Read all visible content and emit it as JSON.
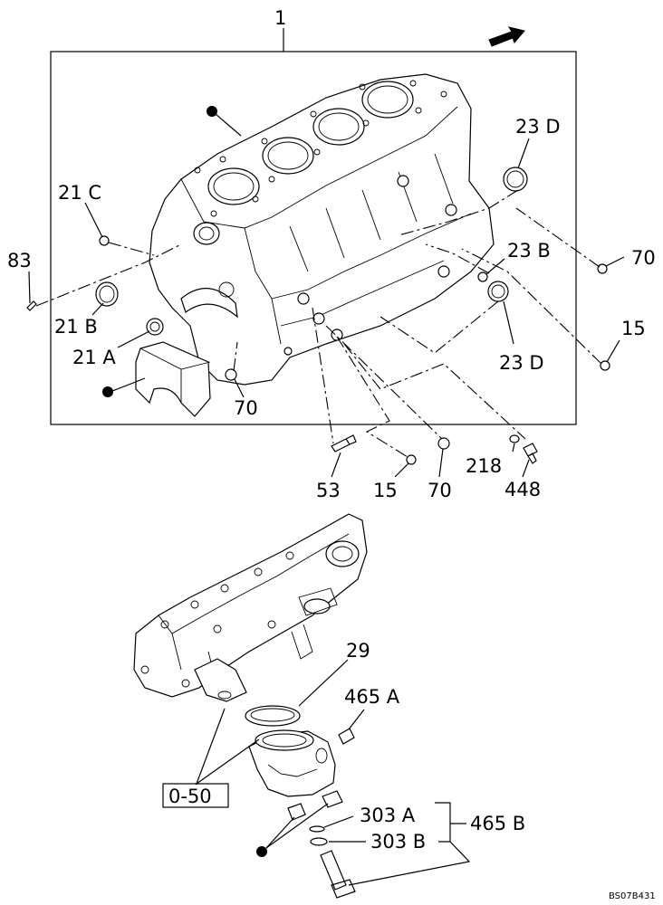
{
  "diagram": {
    "callouts": {
      "c1": "1",
      "c23d_top": "23 D",
      "c21c": "21 C",
      "c83": "83",
      "c70_right": "70",
      "c23b": "23 B",
      "c21b": "21 B",
      "c15_right": "15",
      "c21a": "21 A",
      "c23d_bottom": "23 D",
      "c70_box": "70",
      "c218": "218",
      "c53": "53",
      "c15_bottom": "15",
      "c70_bottom": "70",
      "c448": "448",
      "c29": "29",
      "c465a": "465 A",
      "c050": "0-50",
      "c303a": "303 A",
      "c303b": "303 B",
      "c465b": "465 B"
    },
    "drawing_code": "BS07B431"
  }
}
